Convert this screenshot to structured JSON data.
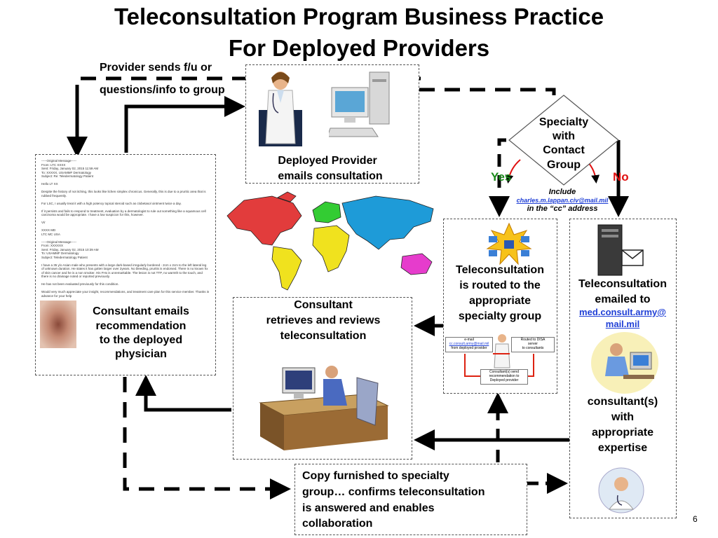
{
  "title": {
    "line1": "Teleconsultation Program Business Practice",
    "line2": "For Deployed Providers"
  },
  "labels": {
    "provider_sends_1": "Provider sends f/u or",
    "provider_sends_2": "questions/info to group",
    "deployed_provider_1": "Deployed Provider",
    "deployed_provider_2": "emails consultation",
    "decision_1": "Specialty",
    "decision_2": "with",
    "decision_3": "Contact",
    "decision_4": "Group",
    "yes": "Yes",
    "no": "No",
    "include": "Include",
    "include_email": "charles.m.lappan.civ@mail.mil",
    "include_cc": "in the “cc” address",
    "routed_1": "Teleconsultation",
    "routed_2": "is routed to the",
    "routed_3": "appropriate",
    "routed_4": "specialty group",
    "emailed_1": "Teleconsultation",
    "emailed_2": "emailed to",
    "emailed_link_1": "med.consult.army@",
    "emailed_link_2": "mail.mil",
    "consultant_emails_1": "Consultant emails",
    "consultant_emails_2": "recommendation",
    "consultant_emails_3": "to the deployed",
    "consultant_emails_4": "physician",
    "consultant_retrieves_1": "Consultant",
    "consultant_retrieves_2": "retrieves and reviews",
    "consultant_retrieves_3": "teleconsultation",
    "consultants_expertise_1": "consultant(s)",
    "consultants_expertise_2": "with",
    "consultants_expertise_3": "appropriate",
    "consultants_expertise_4": "expertise",
    "copy_1": "Copy furnished to specialty",
    "copy_2": "group… confirms teleconsultation",
    "copy_3": "is answered and enables",
    "copy_4": "collaboration",
    "page_number": "6"
  },
  "mini_flow": {
    "email_box_1": "e-mail",
    "email_box_2": "cc.consult.army@mail.mil",
    "email_box_3": "from deployed provider",
    "disa_box_1": "Routed to DISA",
    "disa_box_2": "server",
    "disa_box_3": "to consultants",
    "send_box_1": "Consultant(s) send",
    "send_box_2": "recommendation to",
    "send_box_3": "Deployed provider"
  },
  "colors": {
    "yes": "#1a8a1a",
    "no": "#e01010",
    "link": "#1f3fd6",
    "map_north_america": "#e23c3c",
    "map_south_america": "#f0e21e",
    "map_europe": "#33cc33",
    "map_africa": "#f0e21e",
    "map_asia": "#1e9bd8",
    "map_oceania": "#e63ccc"
  },
  "icons": [
    "doctor-icon",
    "computer-icon",
    "world-map-icon",
    "network-icon",
    "server-email-icon",
    "desk-computer-icon",
    "consultant-at-computer-icon",
    "doctor-portrait-icon",
    "skin-lesion-photo-icon"
  ]
}
